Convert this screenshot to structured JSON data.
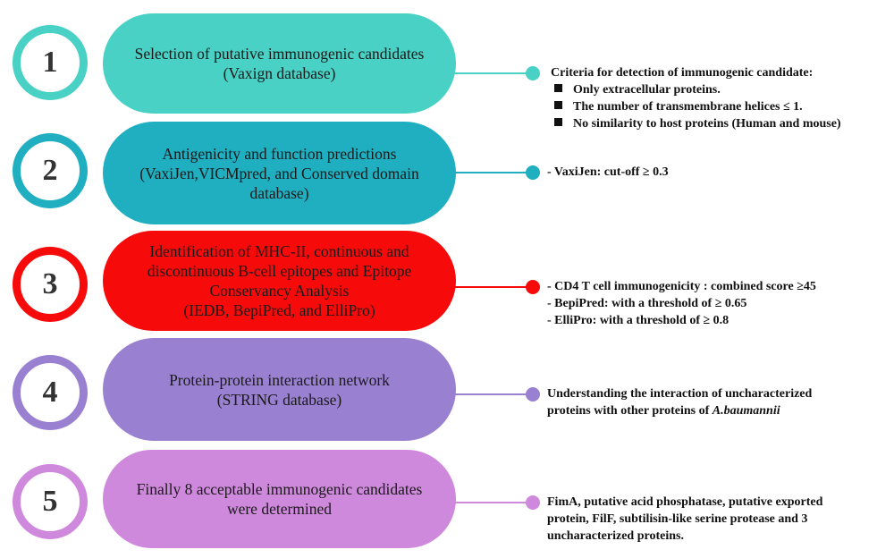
{
  "colors": {
    "step1": "#48d1c4",
    "step2": "#1fafc0",
    "step3": "#f70a0a",
    "step4": "#9a80d0",
    "step5": "#cf89dc"
  },
  "steps": [
    {
      "number": "1",
      "lines": [
        "Selection of putative immunogenic candidates",
        "(Vaxign database)"
      ],
      "note_title": "Criteria for detection of immunogenic candidate:",
      "note_bullets": [
        "Only extracellular proteins.",
        "The number of transmembrane helices ≤ 1.",
        "No similarity to host proteins (Human and mouse)"
      ]
    },
    {
      "number": "2",
      "lines": [
        "Antigenicity and function predictions",
        "(VaxiJen,VICMpred, and Conserved domain",
        "database)"
      ],
      "note_lines": [
        "- VaxiJen: cut-off  ≥ 0.3"
      ]
    },
    {
      "number": "3",
      "lines": [
        "Identification of  MHC-II, continuous and",
        "discontinuous B-cell epitopes and  Epitope",
        "Conservancy Analysis",
        "(IEDB, BepiPred, and ElliPro)"
      ],
      "note_lines": [
        "- CD4 T cell immunogenicity : combined score ≥45",
        "- BepiPred: with a threshold of ≥ 0.65",
        "- ElliPro: with a threshold of ≥ 0.8"
      ]
    },
    {
      "number": "4",
      "lines": [
        "Protein-protein interaction network",
        "(STRING database)"
      ],
      "note_line1": "Understanding the interaction of uncharacterized",
      "note_line2_prefix": "proteins with other proteins of ",
      "note_line2_italic": "A.baumannii"
    },
    {
      "number": "5",
      "lines": [
        "Finally 8 acceptable immunogenic candidates",
        "were determined"
      ],
      "note_lines": [
        "FimA, putative acid phosphatase, putative exported",
        "protein, FilF, subtilisin-like serine protease and 3",
        "uncharacterized proteins."
      ]
    }
  ]
}
